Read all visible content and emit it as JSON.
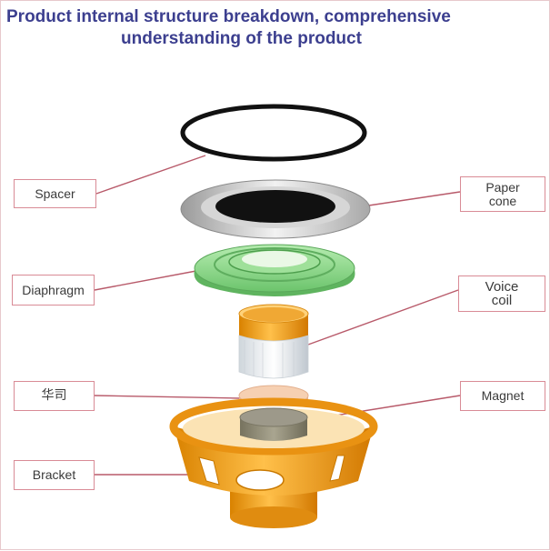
{
  "title": {
    "line1": "Product internal structure breakdown, comprehensive",
    "line2": "understanding of the product"
  },
  "labels": {
    "spacer": "Spacer",
    "paper_cone_1": "Paper",
    "paper_cone_2": "cone",
    "diaphragm": "Diaphragm",
    "voice_coil_1": "Voice",
    "voice_coil_2": "coil",
    "huasi": "华司",
    "magnet": "Magnet",
    "bracket": "Bracket"
  },
  "colors": {
    "title": "#3c3f8f",
    "leader_line": "#b85a6a",
    "label_border": "#d98b96",
    "diaphragm": "#8fd88f",
    "bracket": "#f0a020",
    "washer": "#f4c9a8",
    "magnet": "#8f8c7a"
  }
}
